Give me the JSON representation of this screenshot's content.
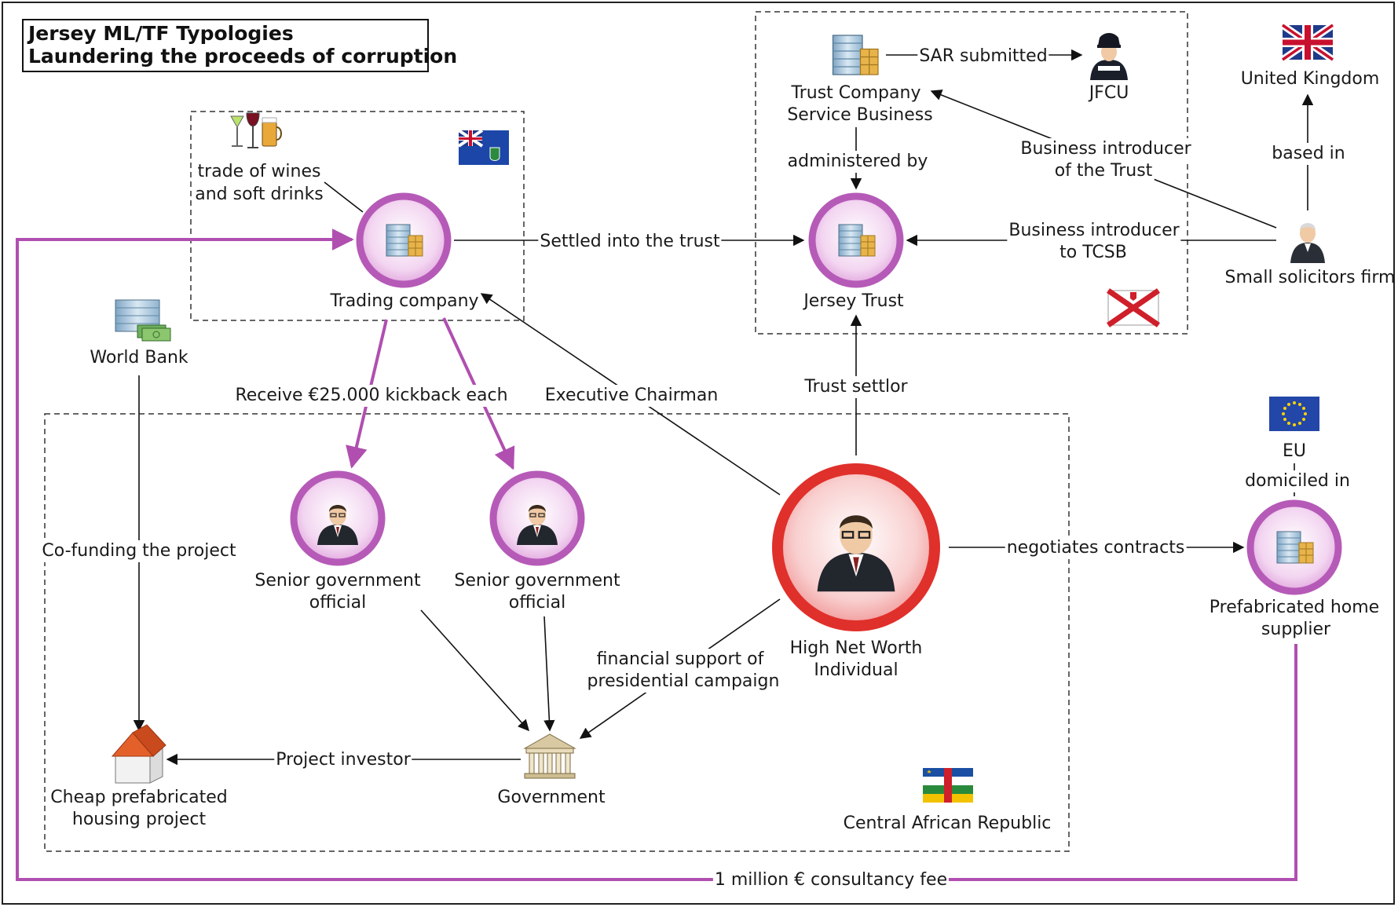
{
  "title": {
    "line1": "Jersey ML/TF Typologies",
    "line2": "Laundering the proceeds of corruption"
  },
  "colors": {
    "accent": "#b04fb0",
    "hnwi_ring": "#e0302b",
    "node_ring": "#b65ab8",
    "line": "#111111",
    "dashed_box": "#333333"
  },
  "nodes": {
    "trading_company": {
      "label": "Trading company",
      "icon": "office-building-icon"
    },
    "wines": {
      "label_1": "trade of wines",
      "label_2": "and soft drinks",
      "icon": "drinks-icon"
    },
    "tcsb": {
      "label_1": "Trust Company",
      "label_2": "Service Business",
      "icon": "office-building-icon"
    },
    "jfcu": {
      "label": "JFCU",
      "icon": "police-officer-icon"
    },
    "jersey_trust": {
      "label": "Jersey Trust",
      "icon": "office-building-icon"
    },
    "uk": {
      "label": "United Kingdom",
      "icon": "uk-flag-icon"
    },
    "solicitors": {
      "label": "Small solicitors firm",
      "icon": "solicitor-person-icon"
    },
    "world_bank": {
      "label": "World Bank",
      "icon": "bank-money-icon"
    },
    "official_1": {
      "label_1": "Senior government",
      "label_2": "official",
      "icon": "businessman-icon"
    },
    "official_2": {
      "label_1": "Senior government",
      "label_2": "official",
      "icon": "businessman-icon"
    },
    "hnwi": {
      "label_1": "High Net Worth",
      "label_2": "Individual",
      "icon": "businessman-icon"
    },
    "eu": {
      "label": "EU",
      "icon": "eu-flag-icon"
    },
    "supplier": {
      "label_1": "Prefabricated home",
      "label_2": "supplier",
      "icon": "office-building-icon"
    },
    "housing": {
      "label_1": "Cheap prefabricated",
      "label_2": "housing project",
      "icon": "house-icon"
    },
    "government": {
      "label": "Government",
      "icon": "government-building-icon"
    },
    "car": {
      "label": "Central African Republic",
      "icon": "car-flag-icon"
    },
    "bvi_flag": {
      "icon": "bvi-flag-icon"
    },
    "jersey_flag": {
      "icon": "jersey-flag-icon"
    }
  },
  "edges": {
    "settled": "Settled into the trust",
    "sar": "SAR submitted",
    "administered": "administered by",
    "introducer_trust_1": "Business introducer",
    "introducer_trust_2": "of the Trust",
    "introducer_tcsb_1": "Business introducer",
    "introducer_tcsb_2": "to TCSB",
    "based_in": "based in",
    "kickback": "Receive €25.000 kickback each",
    "exec_chairman": "Executive Chairman",
    "trust_settlor": "Trust settlor",
    "domiciled_in": "domiciled in",
    "cofunding": "Co-funding the project",
    "negotiates": "negotiates contracts",
    "financial_1": "financial support of",
    "financial_2": "presidential campaign",
    "project_investor": "Project investor",
    "consultancy_fee": "1 million € consultancy fee"
  }
}
